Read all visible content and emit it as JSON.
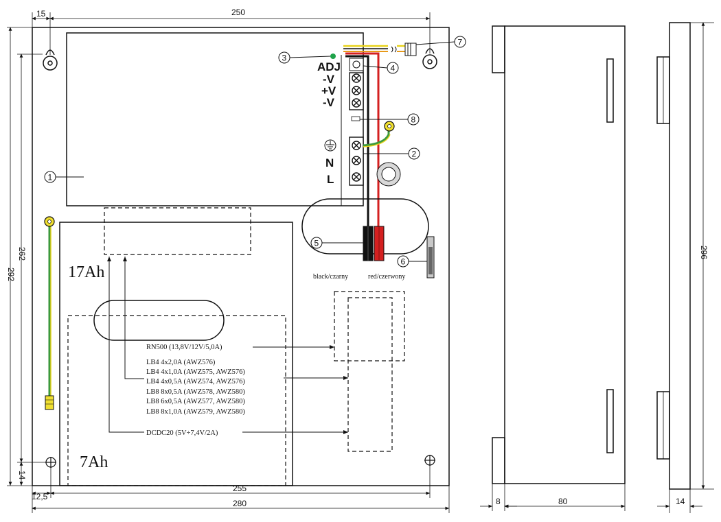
{
  "dimensions": {
    "top_left": "15",
    "top_width": "250",
    "left_inner": "262",
    "left_outer": "292",
    "bottom_offset": "14",
    "bottom_left": "12,5",
    "bottom_inner": "255",
    "bottom_outer": "280",
    "side_depth_a": "8",
    "side_depth_b": "80",
    "right_height": "296",
    "right_width": "14"
  },
  "callouts": [
    "1",
    "2",
    "3",
    "4",
    "5",
    "6",
    "7",
    "8"
  ],
  "terminals": {
    "adj": "ADJ",
    "neg_v1": "-V",
    "pos_v": "+V",
    "neg_v2": "-V",
    "n": "N",
    "l": "L"
  },
  "batteries": {
    "large": "17Ah",
    "small": "7Ah"
  },
  "wire_labels": {
    "black": "black/czarny",
    "red": "red/czerwony"
  },
  "modules": {
    "rn500": "RN500 (13,8V/12V/5,0A)",
    "lb4_2a": "LB4 4x2,0A (AWZ576)",
    "lb4_1a": "LB4 4x1,0A (AWZ575, AWZ576)",
    "lb4_05a": "LB4 4x0,5A (AWZ574, AWZ576)",
    "lb8_8x05": "LB8  8x0,5A (AWZ578, AWZ580)",
    "lb8_6x05": "LB8  6x0,5A (AWZ577, AWZ580)",
    "lb8_8x1": "LB8  8x1,0A (AWZ579, AWZ580)",
    "dcdc20": "DCDC20 (5V÷7,4V/2A)"
  },
  "colors": {
    "line": "#111111",
    "red_wire": "#d42020",
    "black_wire": "#111111",
    "yellow_wire": "#e8d21a",
    "green_wire": "#3c9a3c",
    "led": "#1fa34a"
  }
}
